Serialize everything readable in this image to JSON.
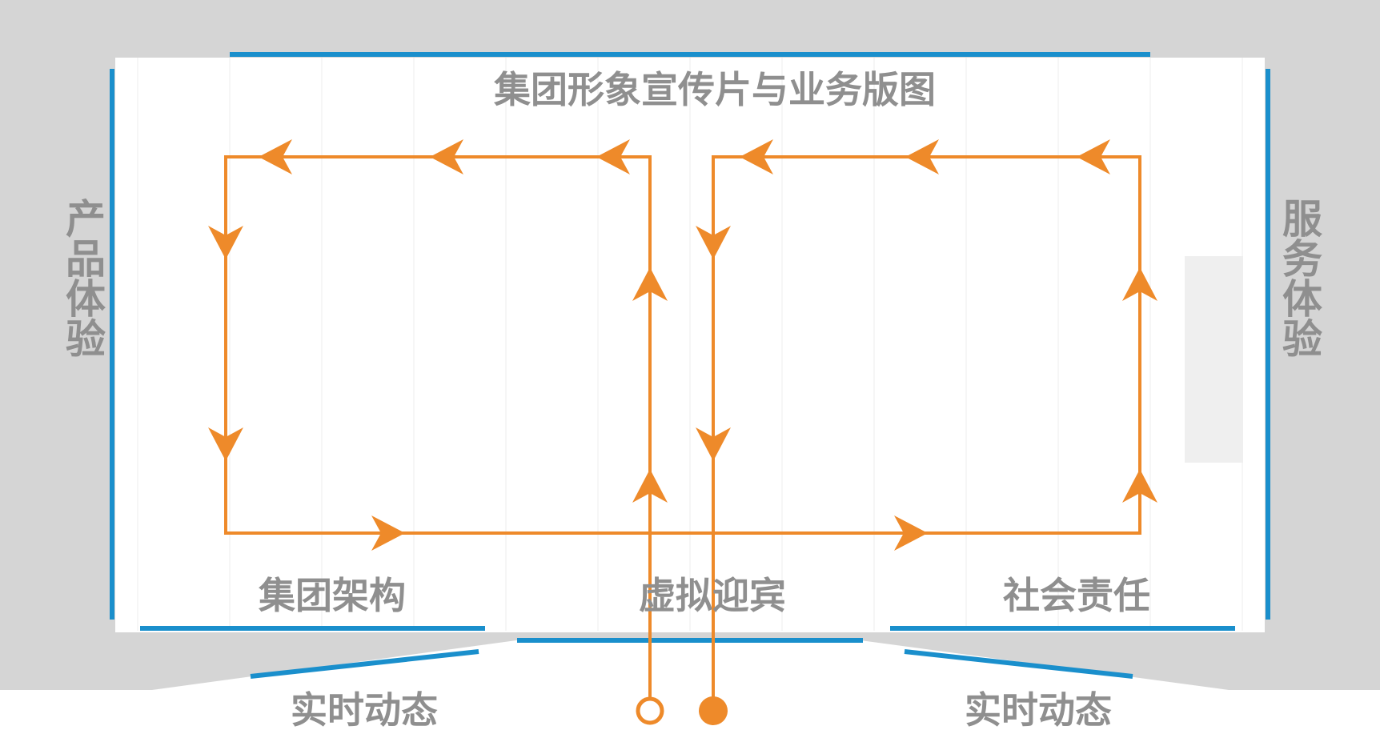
{
  "diagram": {
    "labels": {
      "top_zone": "集团形象宣传片与业务版图",
      "left_zone": "产品体验",
      "right_zone": "服务体验",
      "bottom_left_zone": "集团架构",
      "bottom_center_zone": "虚拟迎宾",
      "bottom_right_zone": "社会责任",
      "front_left": "实时动态",
      "front_right": "实时动态"
    },
    "markers": {
      "left_path_start": "entry-open-circle",
      "right_path_start": "entry-filled-circle"
    },
    "colors": {
      "wall": "#d5d5d5",
      "floor": "#ffffff",
      "display_panel": "#1a8fcc",
      "flow_path": "#ee8a2a",
      "label_text": "#8f8f8f",
      "side_panel": "#efefef",
      "grid_line": "#ececec"
    }
  }
}
